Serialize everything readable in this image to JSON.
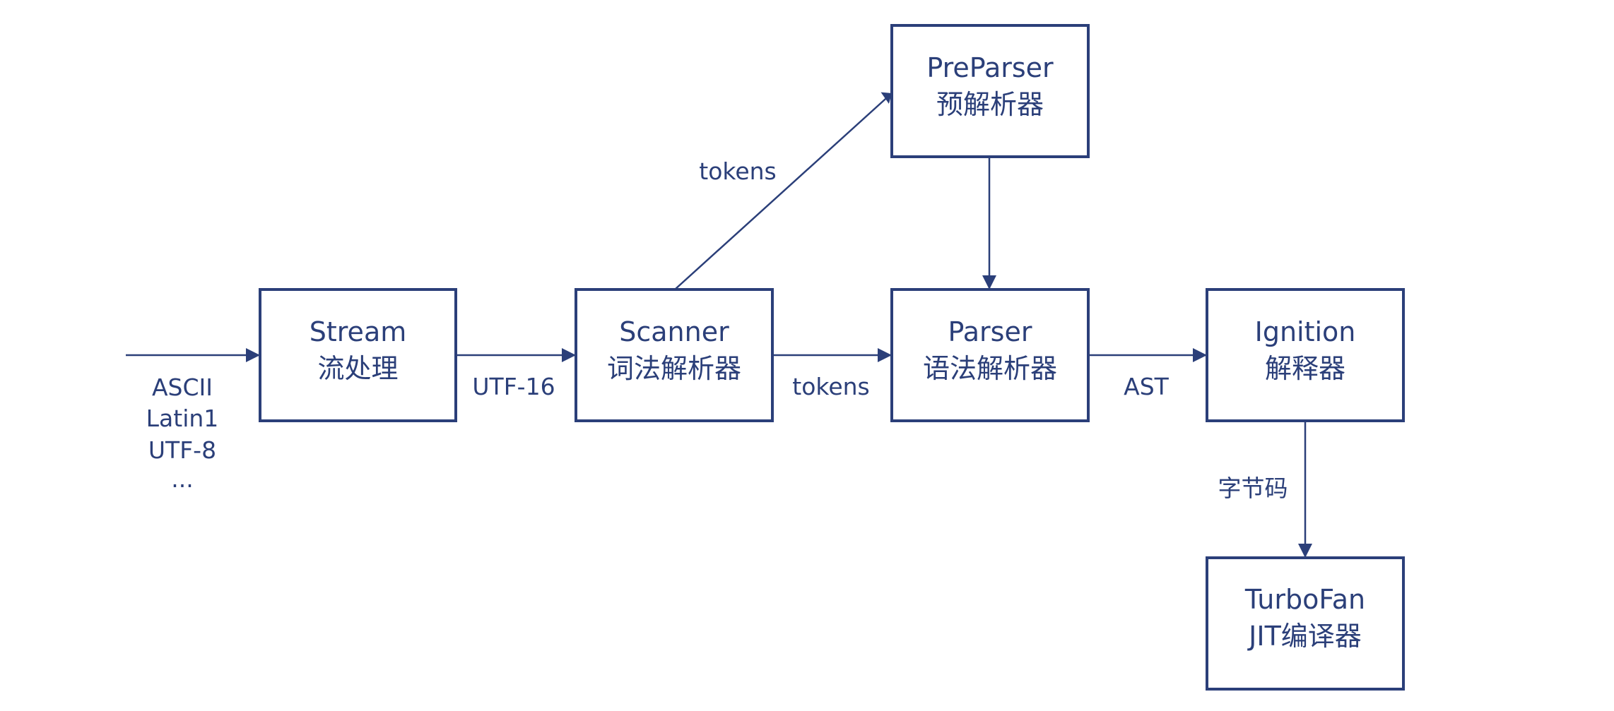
{
  "diagram": {
    "colors": {
      "stroke": "#2b3f79",
      "text": "#2b3f79",
      "background": "#ffffff"
    },
    "nodes": {
      "stream": {
        "line1": "Stream",
        "line2": "流处理"
      },
      "scanner": {
        "line1": "Scanner",
        "line2": "词法解析器"
      },
      "preparser": {
        "line1": "PreParser",
        "line2": "预解析器"
      },
      "parser": {
        "line1": "Parser",
        "line2": "语法解析器"
      },
      "ignition": {
        "line1": "Ignition",
        "line2": "解释器"
      },
      "turbofan": {
        "line1": "TurboFan",
        "line2": "JIT编译器"
      }
    },
    "edges": {
      "input": {
        "labels": [
          "ASCII",
          "Latin1",
          "UTF-8",
          "..."
        ]
      },
      "stream_scanner": {
        "label": "UTF-16"
      },
      "scanner_preparser": {
        "label": "tokens"
      },
      "scanner_parser": {
        "label": "tokens"
      },
      "preparser_parser": {
        "label": ""
      },
      "parser_ignition": {
        "label": "AST"
      },
      "ignition_turbofan": {
        "label": "字节码"
      }
    }
  }
}
